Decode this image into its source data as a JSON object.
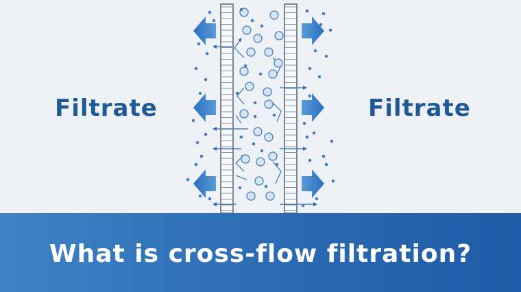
{
  "labels": {
    "left": "Filtrate",
    "right": "Filtrate"
  },
  "banner": {
    "title": "What is cross-flow filtration?"
  },
  "icons": [
    "arrow-left-icon",
    "arrow-right-icon"
  ],
  "colors": {
    "background": "#eef2f7",
    "label_text": "#1f5a96",
    "banner_start": "#3f83c4",
    "banner_end": "#1f5aa6",
    "arrow": "#2b72c0",
    "particle_fill": "#d6e4f3",
    "particle_stroke": "#4a7fbf",
    "dot": "#4a7fbf",
    "membrane": "#55606e"
  }
}
